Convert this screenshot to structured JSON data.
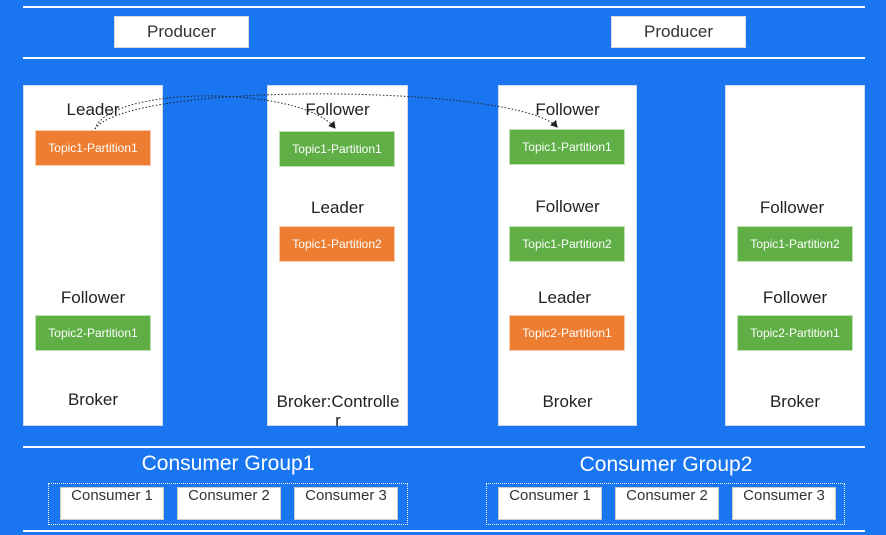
{
  "producers": [
    "Producer",
    "Producer"
  ],
  "brokers": [
    {
      "label": "Broker",
      "slots": [
        {
          "role": "Leader",
          "partition": "Topic1-Partition1",
          "color": "#ED7D31"
        },
        {
          "role": "Follower",
          "partition": "Topic2-Partition1",
          "color": "#5FAF46"
        }
      ]
    },
    {
      "label": "Broker:Controller",
      "slots": [
        {
          "role": "Follower",
          "partition": "Topic1-Partition1",
          "color": "#5FAF46"
        },
        {
          "role": "Leader",
          "partition": "Topic1-Partition2",
          "color": "#ED7D31"
        }
      ]
    },
    {
      "label": "Broker",
      "slots": [
        {
          "role": "Follower",
          "partition": "Topic1-Partition1",
          "color": "#5FAF46"
        },
        {
          "role": "Follower",
          "partition": "Topic1-Partition2",
          "color": "#5FAF46"
        },
        {
          "role": "Leader",
          "partition": "Topic2-Partition1",
          "color": "#ED7D31"
        }
      ]
    },
    {
      "label": "Broker",
      "slots": [
        {
          "role": "Follower",
          "partition": "Topic1-Partition2",
          "color": "#5FAF46"
        },
        {
          "role": "Follower",
          "partition": "Topic2-Partition1",
          "color": "#5FAF46"
        }
      ]
    }
  ],
  "consumer_groups": [
    {
      "title": "Consumer Group1",
      "consumers": [
        "Consumer 1",
        "Consumer 2",
        "Consumer 3"
      ]
    },
    {
      "title": "Consumer Group2",
      "consumers": [
        "Consumer 1",
        "Consumer 2",
        "Consumer 3"
      ]
    }
  ],
  "colors": {
    "background": "#1976F0",
    "leader": "#ED7D31",
    "follower": "#5FAF46"
  }
}
